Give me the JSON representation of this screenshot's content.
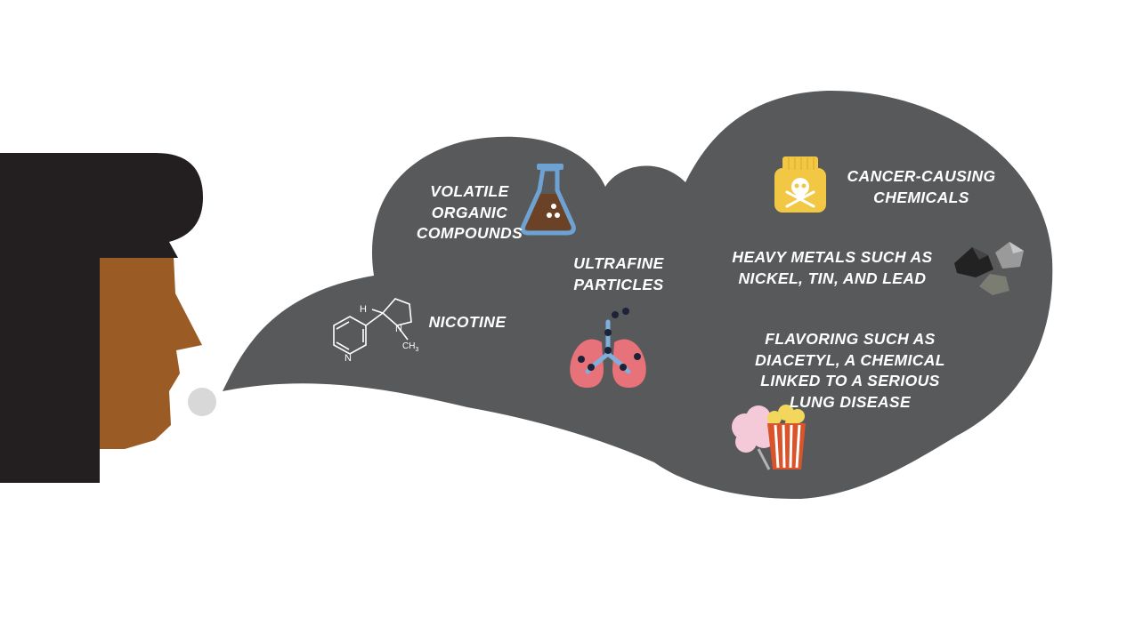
{
  "colors": {
    "cloud": "#58595b",
    "hair": "#231f20",
    "skin": "#9a5c24",
    "puff": "#d8d8d8",
    "lung": "#e8727a",
    "airway": "#7fb0dd",
    "flask_outline": "#6ea2d3",
    "flask_liquid": "#6b4226",
    "bottle": "#f2c744",
    "popcorn_box": "#d9532b",
    "cotton_candy": "#f4c9d8",
    "rock_dark": "#222222",
    "rock_light": "#9a9a9a"
  },
  "labels": {
    "voc": [
      "VOLATILE",
      "ORGANIC",
      "COMPOUNDS"
    ],
    "ultrafine": [
      "ULTRAFINE",
      "PARTICLES"
    ],
    "nicotine": [
      "NICOTINE"
    ],
    "cancer": [
      "CANCER-CAUSING",
      "CHEMICALS"
    ],
    "metals": [
      "HEAVY METALS SUCH AS",
      "NICKEL, TIN, AND LEAD"
    ],
    "flavoring": [
      "FLAVORING SUCH AS",
      "DIACETYL, A CHEMICAL",
      "LINKED TO A SERIOUS",
      "LUNG DISEASE"
    ]
  },
  "molecule": {
    "h": "H",
    "n_ring": "N",
    "n_amine": "N",
    "methyl": "CH",
    "methyl_sub": "3"
  },
  "icons": [
    "flask-icon",
    "nicotine-molecule-icon",
    "lungs-icon",
    "poison-bottle-icon",
    "metal-rocks-icon",
    "cotton-candy-icon",
    "popcorn-icon"
  ]
}
